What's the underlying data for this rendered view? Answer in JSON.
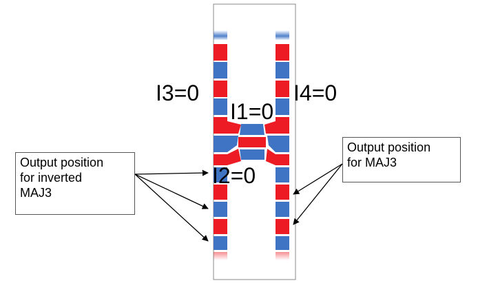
{
  "colors": {
    "red": "#ed1c24",
    "blue": "#3f74c4",
    "frame": "#888888",
    "arrow": "#000000"
  },
  "labels": {
    "i1": "I1=0",
    "i2": "I2=0",
    "i3": "I3=0",
    "i4": "I4=0"
  },
  "callouts": {
    "left": [
      "Output position",
      "for inverted",
      "MAJ3"
    ],
    "right": [
      "Output position",
      "for MAJ3"
    ]
  }
}
